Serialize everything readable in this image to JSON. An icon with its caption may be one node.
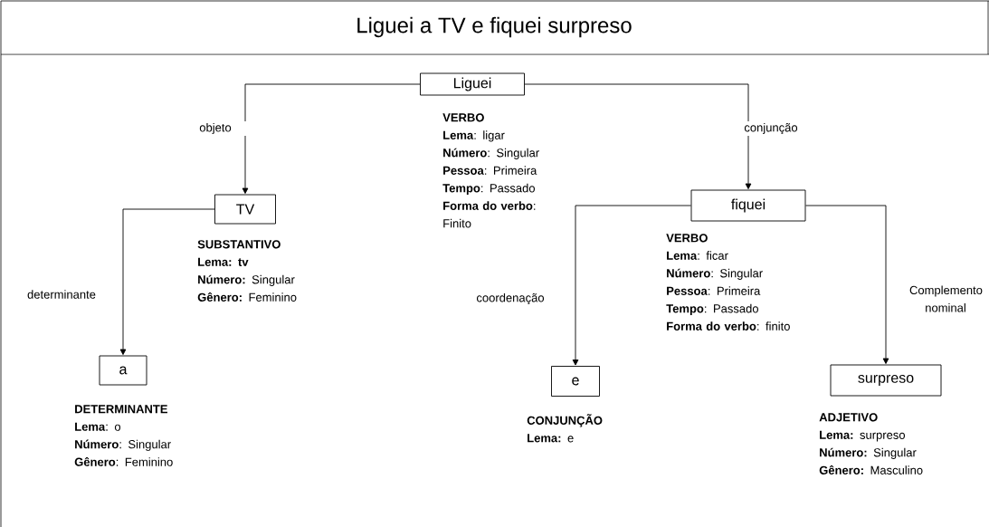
{
  "diagram": {
    "title": "Liguei a TV e fiquei surpreso",
    "nodes": [
      {
        "text": [
          "Liguei"
        ],
        "beside": [
          "VERBO",
          "**Lema**: ligar",
          "**Número**: Singular",
          "**Pessoa**: Primeira",
          "**Tempo**: Passado",
          "**Forma do verbo**: Finito"
        ]
      },
      {
        "text": [
          "TV"
        ],
        "beside": [
          "SUBSTANTIVO",
          "**Lema: tv**",
          "**Número:** Singular",
          "**Gênero:** Feminino"
        ]
      },
      {
        "text": [
          "fiquei"
        ],
        "beside": [
          "VERBO",
          "**Lema**: ficar",
          "**Número**: Singular",
          "**Pessoa**: Primeira",
          "**Tempo**: Passado",
          "**Forma do verbo**: finito"
        ]
      },
      {
        "text": [
          "a"
        ],
        "beside": [
          "DETERMINANTE",
          "**Lema**: o",
          "**Número**: Singular",
          "**Gênero**: Feminino"
        ]
      },
      {
        "text": [
          "e"
        ],
        "beside": [
          "CONJUNÇÃO",
          "**Lema:** e"
        ]
      },
      {
        "text": [
          "surpreso"
        ],
        "beside": [
          "ADJETIVO",
          "**Lema:** surpreso",
          "**Número:** Singular",
          "**Gênero:** Masculino"
        ]
      }
    ],
    "edges": [
      {
        "from": 0,
        "to": 1,
        "arrow": "to",
        "label": "objeto"
      },
      {
        "from": 0,
        "to": 2,
        "arrow": "to",
        "label": "conjunção"
      },
      {
        "from": 1,
        "to": 3,
        "arrow": "to",
        "label": "determinante"
      },
      {
        "from": 2,
        "to": 4,
        "arrow": "to",
        "label": "coordenação"
      },
      {
        "from": 2,
        "to": 5,
        "arrow": "to",
        "label": "Complemento nominal"
      }
    ]
  }
}
